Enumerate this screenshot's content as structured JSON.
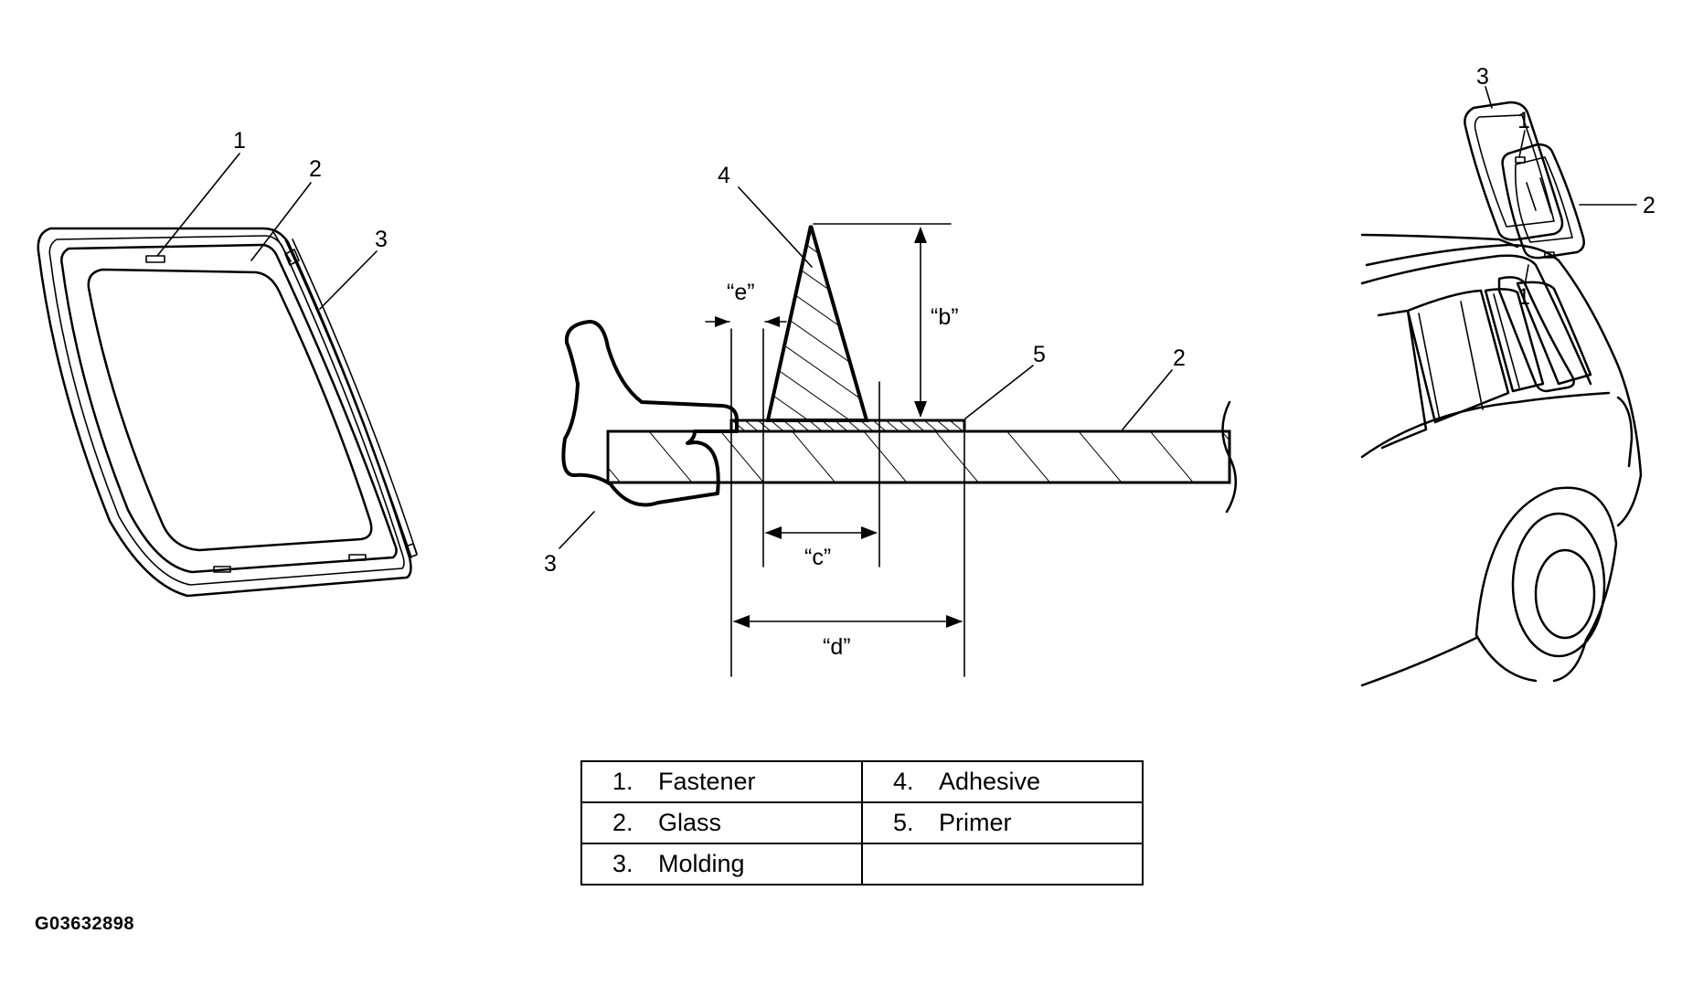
{
  "figure_code": "G03632898",
  "left_view": {
    "callouts": [
      "1",
      "2",
      "3"
    ]
  },
  "section_view": {
    "callouts": {
      "adhesive": "4",
      "primer": "5",
      "glass": "2",
      "molding": "3"
    },
    "dimensions": {
      "b": "“b”",
      "c": "“c”",
      "d": "“d”",
      "e": "“e”"
    }
  },
  "vehicle_view": {
    "callouts": [
      "3",
      "1",
      "2",
      "1"
    ]
  },
  "legend": {
    "rows": [
      [
        {
          "num": "1.",
          "label": "Fastener"
        },
        {
          "num": "4.",
          "label": "Adhesive"
        }
      ],
      [
        {
          "num": "2.",
          "label": "Glass"
        },
        {
          "num": "5.",
          "label": "Primer"
        }
      ],
      [
        {
          "num": "3.",
          "label": "Molding"
        },
        {
          "num": "",
          "label": ""
        }
      ]
    ]
  }
}
